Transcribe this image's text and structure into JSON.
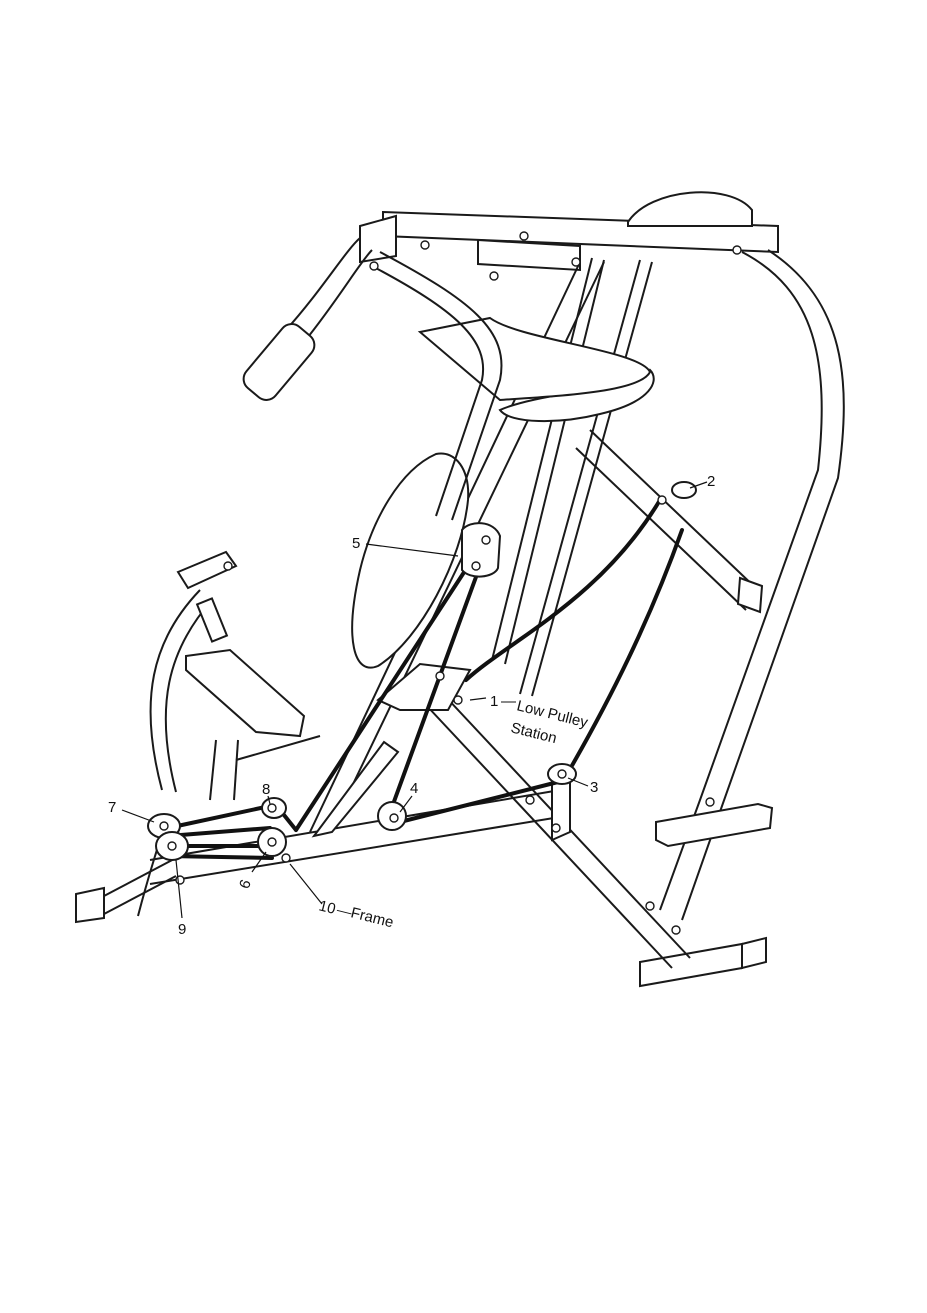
{
  "figure": {
    "labels": {
      "l1": "1",
      "l1_text_line1": "Low Pulley",
      "l1_text_line2": "Station",
      "l2": "2",
      "l3": "3",
      "l4": "4",
      "l5": "5",
      "l6": "6",
      "l7": "7",
      "l8": "8",
      "l9": "9",
      "l10": "10",
      "l10_text": "Frame"
    },
    "colors": {
      "line": "#1a1a1a",
      "cable": "#111111",
      "background": "#ffffff"
    }
  }
}
